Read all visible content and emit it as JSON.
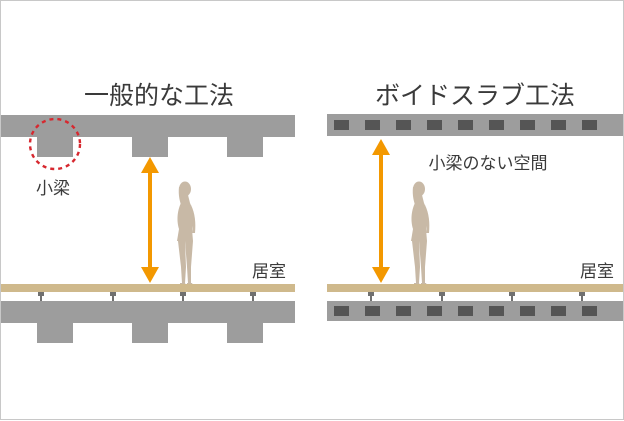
{
  "left": {
    "title": "一般的な工法",
    "beam_label": "小梁",
    "room_label": "居室"
  },
  "right": {
    "title": "ボイドスラブ工法",
    "space_label": "小梁のない空間",
    "room_label": "居室"
  },
  "colors": {
    "slab": "#9d9d9d",
    "void": "#555555",
    "floor": "#cfb98c",
    "arrow": "#f39800",
    "person": "#c8b9a6",
    "highlight": "#d7282f",
    "support": "#707070"
  }
}
